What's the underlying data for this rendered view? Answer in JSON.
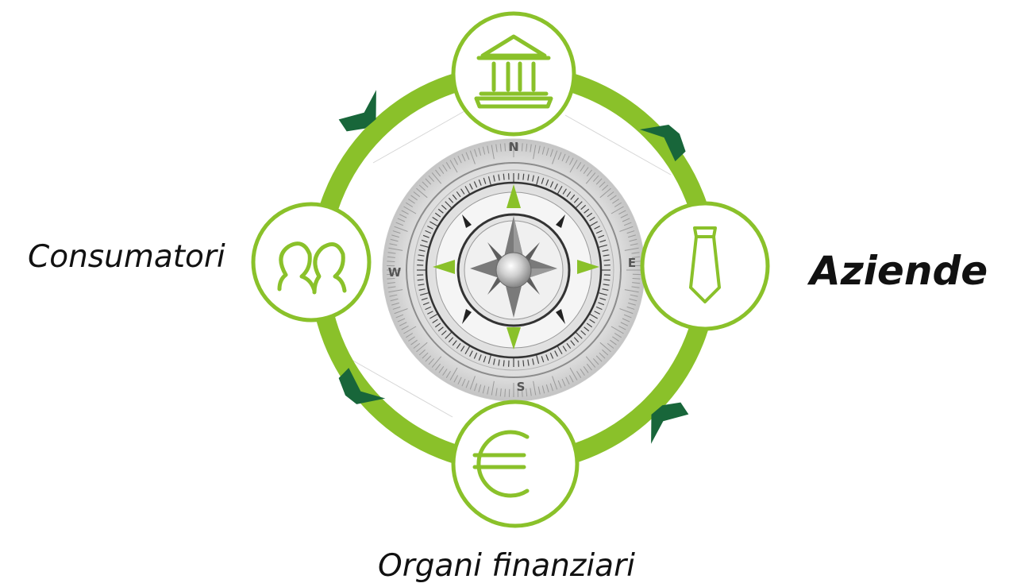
{
  "labels": {
    "left": "Consumatori",
    "right": "Aziende",
    "bottom": "Organi finanziari"
  },
  "compass": {
    "north": "N",
    "east": "E",
    "south": "S",
    "west": "W"
  },
  "nodes": [
    {
      "id": "top",
      "icon": "bank-icon"
    },
    {
      "id": "right",
      "icon": "tie-icon"
    },
    {
      "id": "bottom",
      "icon": "euro-icon"
    },
    {
      "id": "left",
      "icon": "people-icon"
    }
  ],
  "colors": {
    "ring": "#8ac12a",
    "arrow": "#18663a",
    "icon": "#8ac12a",
    "compass_accent": "#8ac12a",
    "compass_dark": "#666666"
  }
}
